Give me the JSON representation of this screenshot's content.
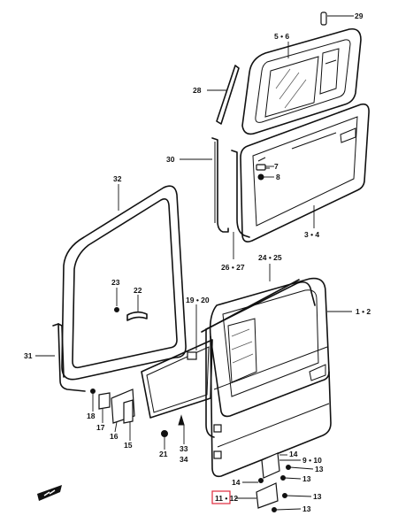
{
  "callouts": {
    "c29": "29",
    "c5_6": "5 • 6",
    "c28": "28",
    "c7": "7",
    "c8": "8",
    "c30": "30",
    "c3_4": "3 • 4",
    "c32": "32",
    "c26_27": "26 • 27",
    "c24_25": "24 • 25",
    "c23": "23",
    "c22": "22",
    "c19_20": "19 • 20",
    "c1_2": "1 • 2",
    "c31": "31",
    "c18": "18",
    "c17": "17",
    "c16": "16",
    "c15": "15",
    "c21": "21",
    "c33": "33",
    "c34": "34",
    "c14a": "14",
    "c9_10": "9 • 10",
    "c13a": "13",
    "c14b": "14",
    "c13b": "13",
    "c11_12": "11 • 12",
    "c13c": "13",
    "c13d": "13"
  },
  "highlight_color": "#e0283c"
}
